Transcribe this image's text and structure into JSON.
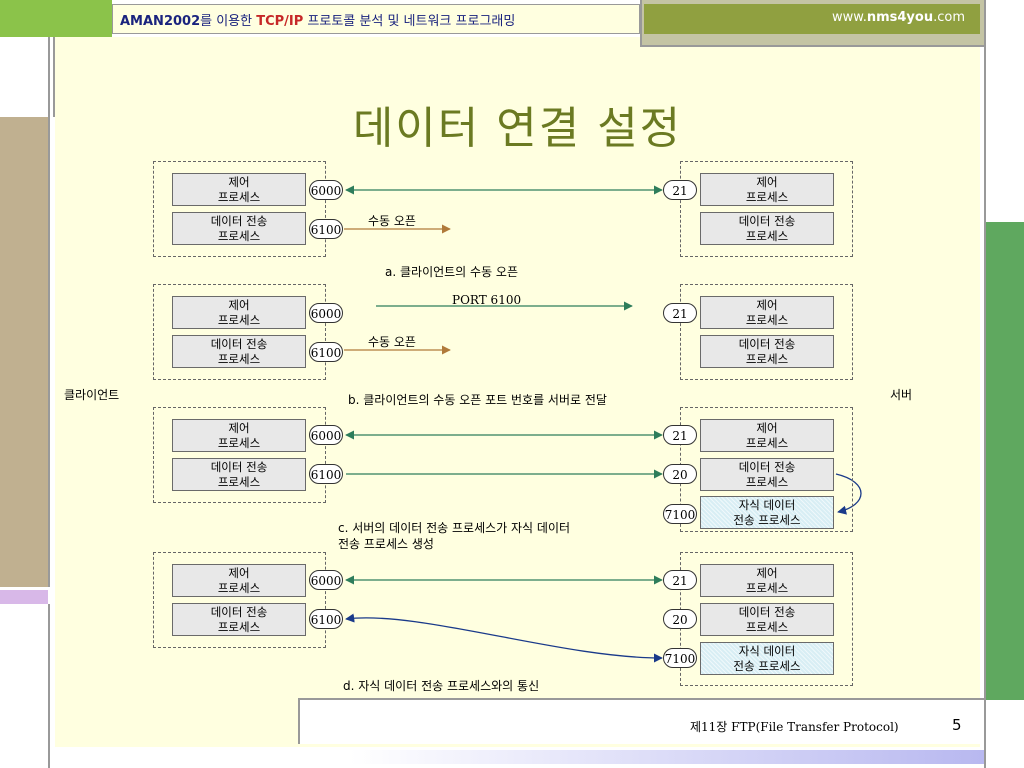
{
  "header": {
    "brand_prefix": "AMAN2002",
    "brand_mid1": "를 이용한 ",
    "brand_tcp": "TCP/IP",
    "brand_rest": " 프로토콜 분석 및 네트워크 프로그래밍",
    "url_pre": "www.",
    "url_bold": "nms4you",
    "url_post": ".com"
  },
  "title": "데이터 연결 설정",
  "side": {
    "client": "클라이언트",
    "server": "서버"
  },
  "procs": {
    "control": "제어\n프로세스",
    "data": "데이터 전송\n프로세스",
    "child": "자식 데이터\n전송 프로세스"
  },
  "ports": {
    "p6000": "6000",
    "p6100": "6100",
    "p21": "21",
    "p20": "20",
    "p7100": "7100"
  },
  "labels": {
    "passive_open": "수동 오픈",
    "port_cmd": "PORT 6100"
  },
  "captions": {
    "a": "a. 클라이언트의 수동 오픈",
    "b": "b. 클라이언트의 수동 오픈 포트 번호를 서버로 전달",
    "c1": "c. 서버의 데이터 전송 프로세스가 자식 데이터",
    "c2": "전송 프로세스 생성",
    "d": "d. 자식 데이터 전송 프로세스와의 통신"
  },
  "footer": {
    "chapter": "제11장 FTP(File Transfer Protocol)",
    "page": "5"
  },
  "colors": {
    "accent_green": "#6b7a22",
    "arrow_green": "#2e7d5b",
    "arrow_brown": "#b07a3a",
    "arrow_blue": "#1a3a8a"
  }
}
